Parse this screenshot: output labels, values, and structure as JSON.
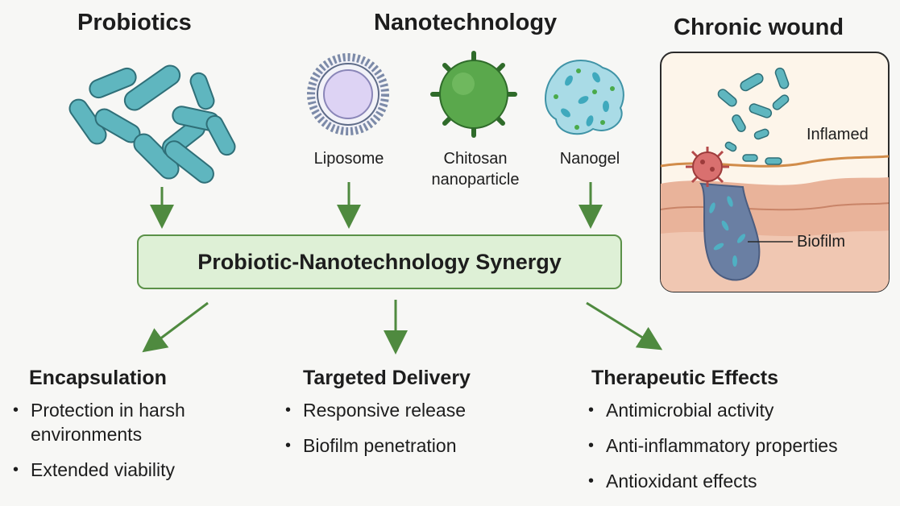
{
  "headings": {
    "probiotics": "Probiotics",
    "nanotechnology": "Nanotechnology",
    "chronic_wound": "Chronic wound"
  },
  "nano_labels": {
    "liposome": "Liposome",
    "chitosan_line1": "Chitosan",
    "chitosan_line2": "nanoparticle",
    "nanogel": "Nanogel"
  },
  "wound_labels": {
    "inflamed": "Inflamed",
    "biofilm": "Biofilm"
  },
  "synergy": "Probiotic-Nanotechnology Synergy",
  "outcomes": {
    "encapsulation": {
      "title": "Encapsulation",
      "items": [
        "Protection in harsh environments",
        "Extended viability"
      ]
    },
    "targeted_delivery": {
      "title": "Targeted Delivery",
      "items": [
        "Responsive release",
        "Biofilm penetration"
      ]
    },
    "therapeutic_effects": {
      "title": "Therapeutic Effects",
      "items": [
        "Antimicrobial activity",
        "Anti-inflammatory properties",
        "Antioxidant effects"
      ]
    }
  },
  "colors": {
    "arrow": "#4f8a3f",
    "bacteria": "#5fb6bf",
    "synergy_fill": "#def0d6",
    "chitosan": "#5aa84c",
    "skin": "#e9b39a",
    "biofilm": "#6a7fa3"
  }
}
